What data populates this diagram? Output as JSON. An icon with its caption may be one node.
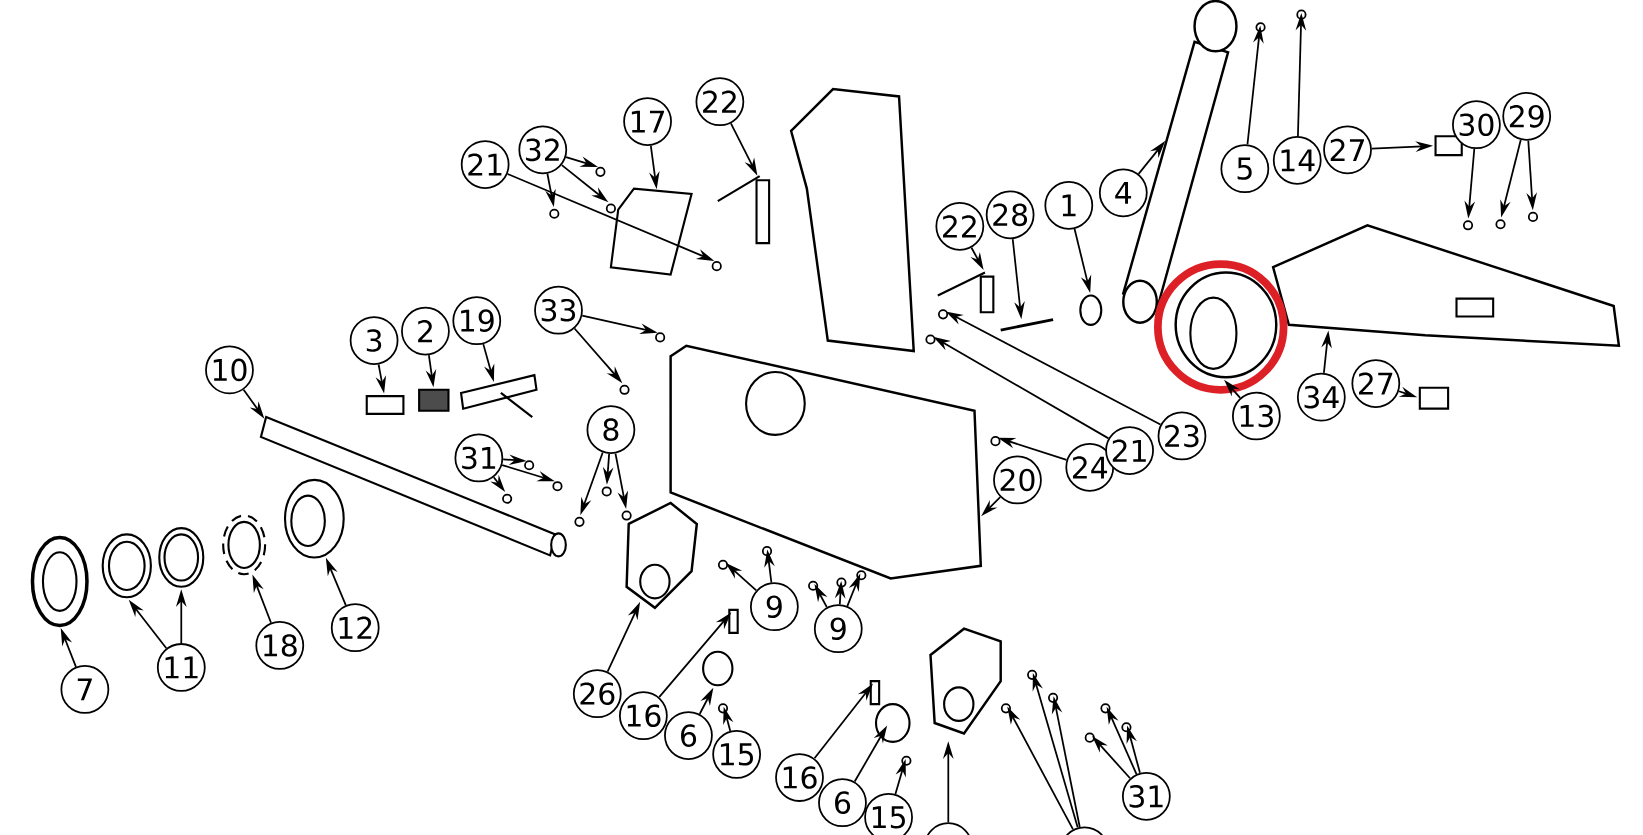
{
  "diagram": {
    "nodes": [
      {
        "text": [
          "1"
        ]
      },
      {
        "text": [
          "2"
        ]
      },
      {
        "text": [
          "3"
        ]
      },
      {
        "text": [
          "19"
        ]
      },
      {
        "text": [
          "4"
        ]
      },
      {
        "text": [
          "5"
        ]
      },
      {
        "text": [
          "14"
        ]
      },
      {
        "text": [
          "27"
        ]
      },
      {
        "text": [
          "30"
        ]
      },
      {
        "text": [
          "29"
        ]
      },
      {
        "text": [
          "22"
        ]
      },
      {
        "text": [
          "17"
        ]
      },
      {
        "text": [
          "32"
        ]
      },
      {
        "text": [
          "21"
        ]
      },
      {
        "text": [
          "22"
        ]
      },
      {
        "text": [
          "28"
        ]
      },
      {
        "text": [
          "33"
        ]
      },
      {
        "text": [
          "10"
        ]
      },
      {
        "text": [
          "31"
        ]
      },
      {
        "text": [
          "8"
        ]
      },
      {
        "text": [
          "7"
        ]
      },
      {
        "text": [
          "11"
        ]
      },
      {
        "text": [
          "18"
        ]
      },
      {
        "text": [
          "12"
        ]
      },
      {
        "text": [
          "26"
        ]
      },
      {
        "text": [
          "16"
        ]
      },
      {
        "text": [
          "6"
        ]
      },
      {
        "text": [
          "15"
        ]
      },
      {
        "text": [
          "9"
        ]
      },
      {
        "text": [
          "9"
        ]
      },
      {
        "text": [
          "20"
        ]
      },
      {
        "text": [
          "24"
        ]
      },
      {
        "text": [
          "21"
        ]
      },
      {
        "text": [
          "23"
        ]
      },
      {
        "text": [
          "13"
        ]
      },
      {
        "text": [
          "34"
        ]
      },
      {
        "text": [
          "27"
        ]
      },
      {
        "text": [
          "16"
        ]
      },
      {
        "text": [
          "6"
        ]
      },
      {
        "text": [
          "15"
        ]
      },
      {
        "text": [],
        "shape": "circle"
      },
      {
        "text": [],
        "shape": "circle"
      },
      {
        "text": [
          "31"
        ]
      },
      {
        "text": [],
        "shape": "circle"
      },
      {
        "text": [],
        "shape": "box"
      },
      {
        "text": [],
        "shape": "box"
      },
      {
        "text": [],
        "shape": "bar"
      },
      {
        "text": [],
        "shape": "cylinder"
      },
      {
        "text": [],
        "shape": "circle"
      },
      {
        "text": [],
        "shape": "circle"
      },
      {
        "text": [],
        "shape": "box"
      },
      {
        "text": [],
        "shape": "circle"
      },
      {
        "text": [],
        "shape": "circle"
      },
      {
        "text": [],
        "shape": "circle"
      },
      {
        "text": [],
        "shape": "bar"
      },
      {
        "text": [],
        "shape": "polygon"
      },
      {
        "text": [],
        "shape": "circle"
      },
      {
        "text": [],
        "shape": "circle"
      },
      {
        "text": [],
        "shape": "circle"
      },
      {
        "text": [],
        "shape": "circle"
      },
      {
        "text": [],
        "shape": "bar"
      },
      {
        "text": [],
        "shape": "bar"
      },
      {
        "text": [],
        "shape": "circle"
      },
      {
        "text": [],
        "shape": "circle"
      },
      {
        "text": [],
        "shape": "bar"
      },
      {
        "text": [],
        "shape": "circle"
      },
      {
        "text": [],
        "shape": "circle"
      },
      {
        "text": [],
        "shape": "circle"
      },
      {
        "text": [],
        "shape": "circle"
      },
      {
        "text": [],
        "shape": "circle"
      },
      {
        "text": [],
        "shape": "circle"
      },
      {
        "text": [],
        "shape": "circle"
      },
      {
        "text": [],
        "shape": "circle"
      },
      {
        "text": [],
        "shape": "circle"
      },
      {
        "text": [],
        "shape": "circle"
      },
      {
        "text": [],
        "shape": "circle"
      },
      {
        "text": [],
        "shape": "polygon"
      },
      {
        "text": [],
        "shape": "box"
      },
      {
        "text": [],
        "shape": "circle"
      },
      {
        "text": [],
        "shape": "circle"
      },
      {
        "text": [],
        "shape": "circle"
      },
      {
        "text": [],
        "shape": "circle"
      },
      {
        "text": [],
        "shape": "circle"
      },
      {
        "text": [],
        "shape": "circle"
      },
      {
        "text": [],
        "shape": "circle"
      },
      {
        "text": [],
        "shape": "polygon"
      },
      {
        "text": [],
        "shape": "circle"
      },
      {
        "text": [],
        "shape": "circle"
      },
      {
        "text": [],
        "shape": "circle"
      },
      {
        "text": [],
        "shape": "circle"
      },
      {
        "text": [],
        "shape": "polygon"
      },
      {
        "text": [],
        "shape": "box"
      },
      {
        "text": [],
        "shape": "box"
      },
      {
        "text": [],
        "shape": "circle"
      },
      {
        "text": [],
        "shape": "circle"
      },
      {
        "text": [],
        "shape": "polygon"
      },
      {
        "text": [],
        "shape": "circle"
      },
      {
        "text": [],
        "shape": "circle"
      },
      {
        "text": [],
        "shape": "circle"
      },
      {
        "text": [],
        "shape": "circle"
      },
      {
        "text": [],
        "shape": "circle"
      },
      {
        "text": [],
        "shape": "circle"
      }
    ],
    "edges": [
      {
        "from": 0,
        "to": 43,
        "arrow": "to"
      },
      {
        "from": 1,
        "to": 44,
        "arrow": "to"
      },
      {
        "from": 2,
        "to": 45,
        "arrow": "to"
      },
      {
        "from": 3,
        "to": 46,
        "arrow": "to"
      },
      {
        "from": 4,
        "to": 47,
        "arrow": "to"
      },
      {
        "from": 5,
        "to": 48,
        "arrow": "to"
      },
      {
        "from": 6,
        "to": 49,
        "arrow": "to"
      },
      {
        "from": 7,
        "to": 50,
        "arrow": "to"
      },
      {
        "from": 8,
        "to": 51,
        "arrow": "to"
      },
      {
        "from": 9,
        "to": 52,
        "arrow": "to"
      },
      {
        "from": 9,
        "to": 53,
        "arrow": "to"
      },
      {
        "from": 10,
        "to": 54,
        "arrow": "to"
      },
      {
        "from": 11,
        "to": 55,
        "arrow": "to"
      },
      {
        "from": 12,
        "to": 56,
        "arrow": "to"
      },
      {
        "from": 12,
        "to": 57,
        "arrow": "to"
      },
      {
        "from": 12,
        "to": 58,
        "arrow": "to"
      },
      {
        "from": 13,
        "to": 59,
        "arrow": "to"
      },
      {
        "from": 14,
        "to": 60,
        "arrow": "to"
      },
      {
        "from": 15,
        "to": 61,
        "arrow": "to"
      },
      {
        "from": 16,
        "to": 62,
        "arrow": "to"
      },
      {
        "from": 16,
        "to": 63,
        "arrow": "to"
      },
      {
        "from": 17,
        "to": 64,
        "arrow": "to"
      },
      {
        "from": 18,
        "to": 65,
        "arrow": "to"
      },
      {
        "from": 18,
        "to": 66,
        "arrow": "to"
      },
      {
        "from": 18,
        "to": 67,
        "arrow": "to"
      },
      {
        "from": 19,
        "to": 68,
        "arrow": "to"
      },
      {
        "from": 19,
        "to": 69,
        "arrow": "to"
      },
      {
        "from": 19,
        "to": 70,
        "arrow": "to"
      },
      {
        "from": 20,
        "to": 71,
        "arrow": "to"
      },
      {
        "from": 21,
        "to": 72,
        "arrow": "to"
      },
      {
        "from": 21,
        "to": 73,
        "arrow": "to"
      },
      {
        "from": 22,
        "to": 74,
        "arrow": "to"
      },
      {
        "from": 23,
        "to": 75,
        "arrow": "to"
      },
      {
        "from": 24,
        "to": 76,
        "arrow": "to"
      },
      {
        "from": 25,
        "to": 77,
        "arrow": "to"
      },
      {
        "from": 26,
        "to": 78,
        "arrow": "to"
      },
      {
        "from": 27,
        "to": 79,
        "arrow": "to"
      },
      {
        "from": 28,
        "to": 80,
        "arrow": "to"
      },
      {
        "from": 28,
        "to": 81,
        "arrow": "to"
      },
      {
        "from": 29,
        "to": 82,
        "arrow": "to"
      },
      {
        "from": 29,
        "to": 83,
        "arrow": "to"
      },
      {
        "from": 29,
        "to": 84,
        "arrow": "to"
      },
      {
        "from": 30,
        "to": 85,
        "arrow": "to"
      },
      {
        "from": 31,
        "to": 86,
        "arrow": "to"
      },
      {
        "from": 32,
        "to": 87,
        "arrow": "to"
      },
      {
        "from": 33,
        "to": 88,
        "arrow": "to"
      },
      {
        "from": 34,
        "to": 89,
        "arrow": "to"
      },
      {
        "from": 35,
        "to": 90,
        "arrow": "to"
      },
      {
        "from": 36,
        "to": 91,
        "arrow": "to"
      },
      {
        "from": 37,
        "to": 92,
        "arrow": "to"
      },
      {
        "from": 38,
        "to": 93,
        "arrow": "to"
      },
      {
        "from": 39,
        "to": 94,
        "arrow": "to"
      },
      {
        "from": 40,
        "to": 95,
        "arrow": "to"
      },
      {
        "from": 41,
        "to": 96,
        "arrow": "to"
      },
      {
        "from": 41,
        "to": 97,
        "arrow": "to"
      },
      {
        "from": 41,
        "to": 98,
        "arrow": "to"
      },
      {
        "from": 42,
        "to": 99,
        "arrow": "to"
      },
      {
        "from": 42,
        "to": 100,
        "arrow": "to"
      },
      {
        "from": 42,
        "to": 101,
        "arrow": "to"
      }
    ]
  }
}
